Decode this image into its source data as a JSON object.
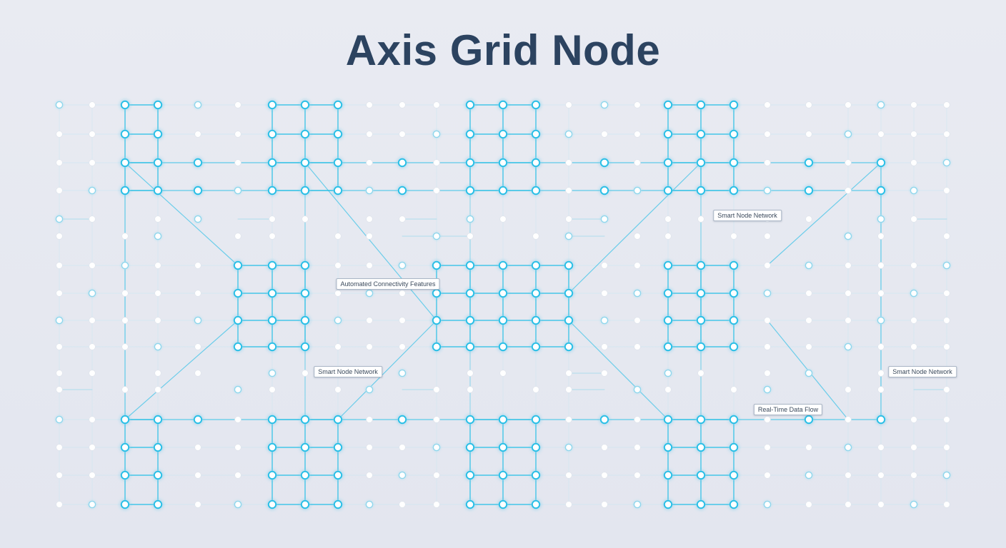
{
  "title": "Axis Grid Node",
  "labels": {
    "automated_connectivity": "Automated Connectivity Features",
    "smart_node_network_top": "Smart Node Network",
    "smart_node_network_mid": "Smart Node Network",
    "smart_node_network_right": "Smart Node Network",
    "real_time_data_flow": "Real-Time Data Flow"
  },
  "colors": {
    "background": "#e6e9f0",
    "title": "#2c4360",
    "accent": "#29bfe6",
    "node_idle": "#ffffff",
    "link_faint": "#c6e6f2"
  }
}
